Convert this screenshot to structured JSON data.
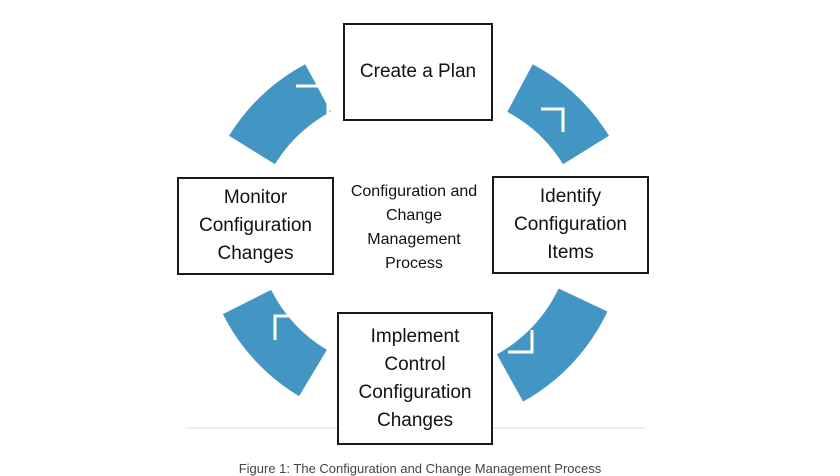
{
  "diagram": {
    "type": "cycle",
    "ring_color": "#4396c4",
    "direction": "clockwise",
    "center_label": [
      "Configuration and",
      "Change",
      "Management",
      "Process"
    ],
    "steps": [
      {
        "position": "top",
        "label": [
          "Create a Plan"
        ]
      },
      {
        "position": "right",
        "label": [
          "Identify",
          "Configuration",
          "Items"
        ]
      },
      {
        "position": "bottom",
        "label": [
          "Implement",
          "Control",
          "Configuration",
          "Changes"
        ]
      },
      {
        "position": "left",
        "label": [
          "Monitor",
          "Configuration",
          "Changes"
        ]
      }
    ]
  },
  "caption": "Figure 1: The Configuration and Change Management Process"
}
